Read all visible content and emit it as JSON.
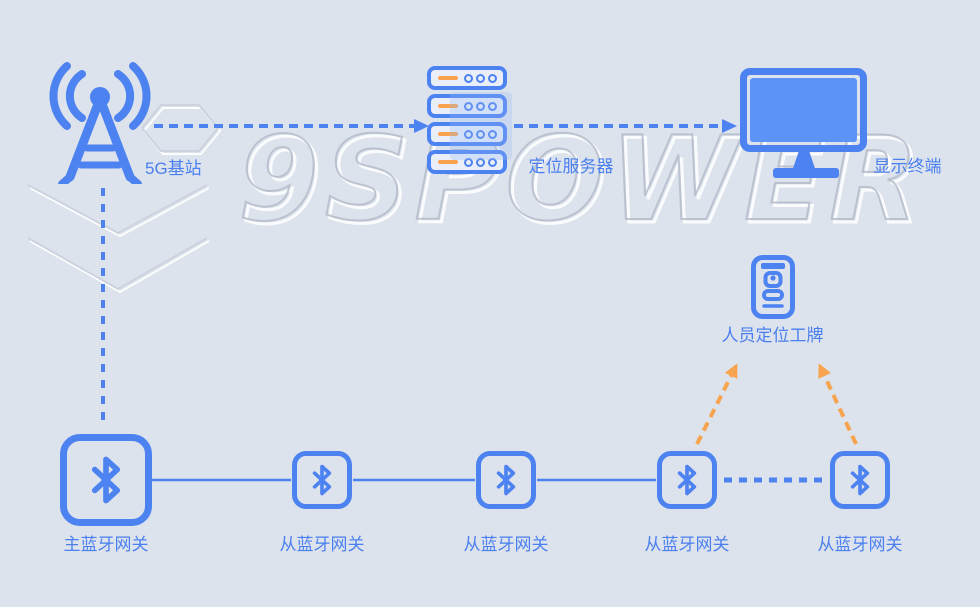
{
  "watermark": {
    "text": "9SPOWER"
  },
  "colors": {
    "background": "#dde3ec",
    "primary_blue": "#4d82f1",
    "label_blue": "#4a7ff0",
    "screen_blue": "#5b94f6",
    "accent_orange": "#f7a34f",
    "watermark_gray": "#b1b9c8"
  },
  "nodes": {
    "base_station": {
      "label": "5G基站"
    },
    "server": {
      "label": "定位服务器"
    },
    "terminal": {
      "label": "显示终端"
    },
    "badge": {
      "label": "人员定位工牌"
    },
    "master_gateway": {
      "label": "主蓝牙网关"
    },
    "slave_gateways": [
      {
        "label": "从蓝牙网关"
      },
      {
        "label": "从蓝牙网关"
      },
      {
        "label": "从蓝牙网关"
      },
      {
        "label": "从蓝牙网关"
      }
    ]
  }
}
